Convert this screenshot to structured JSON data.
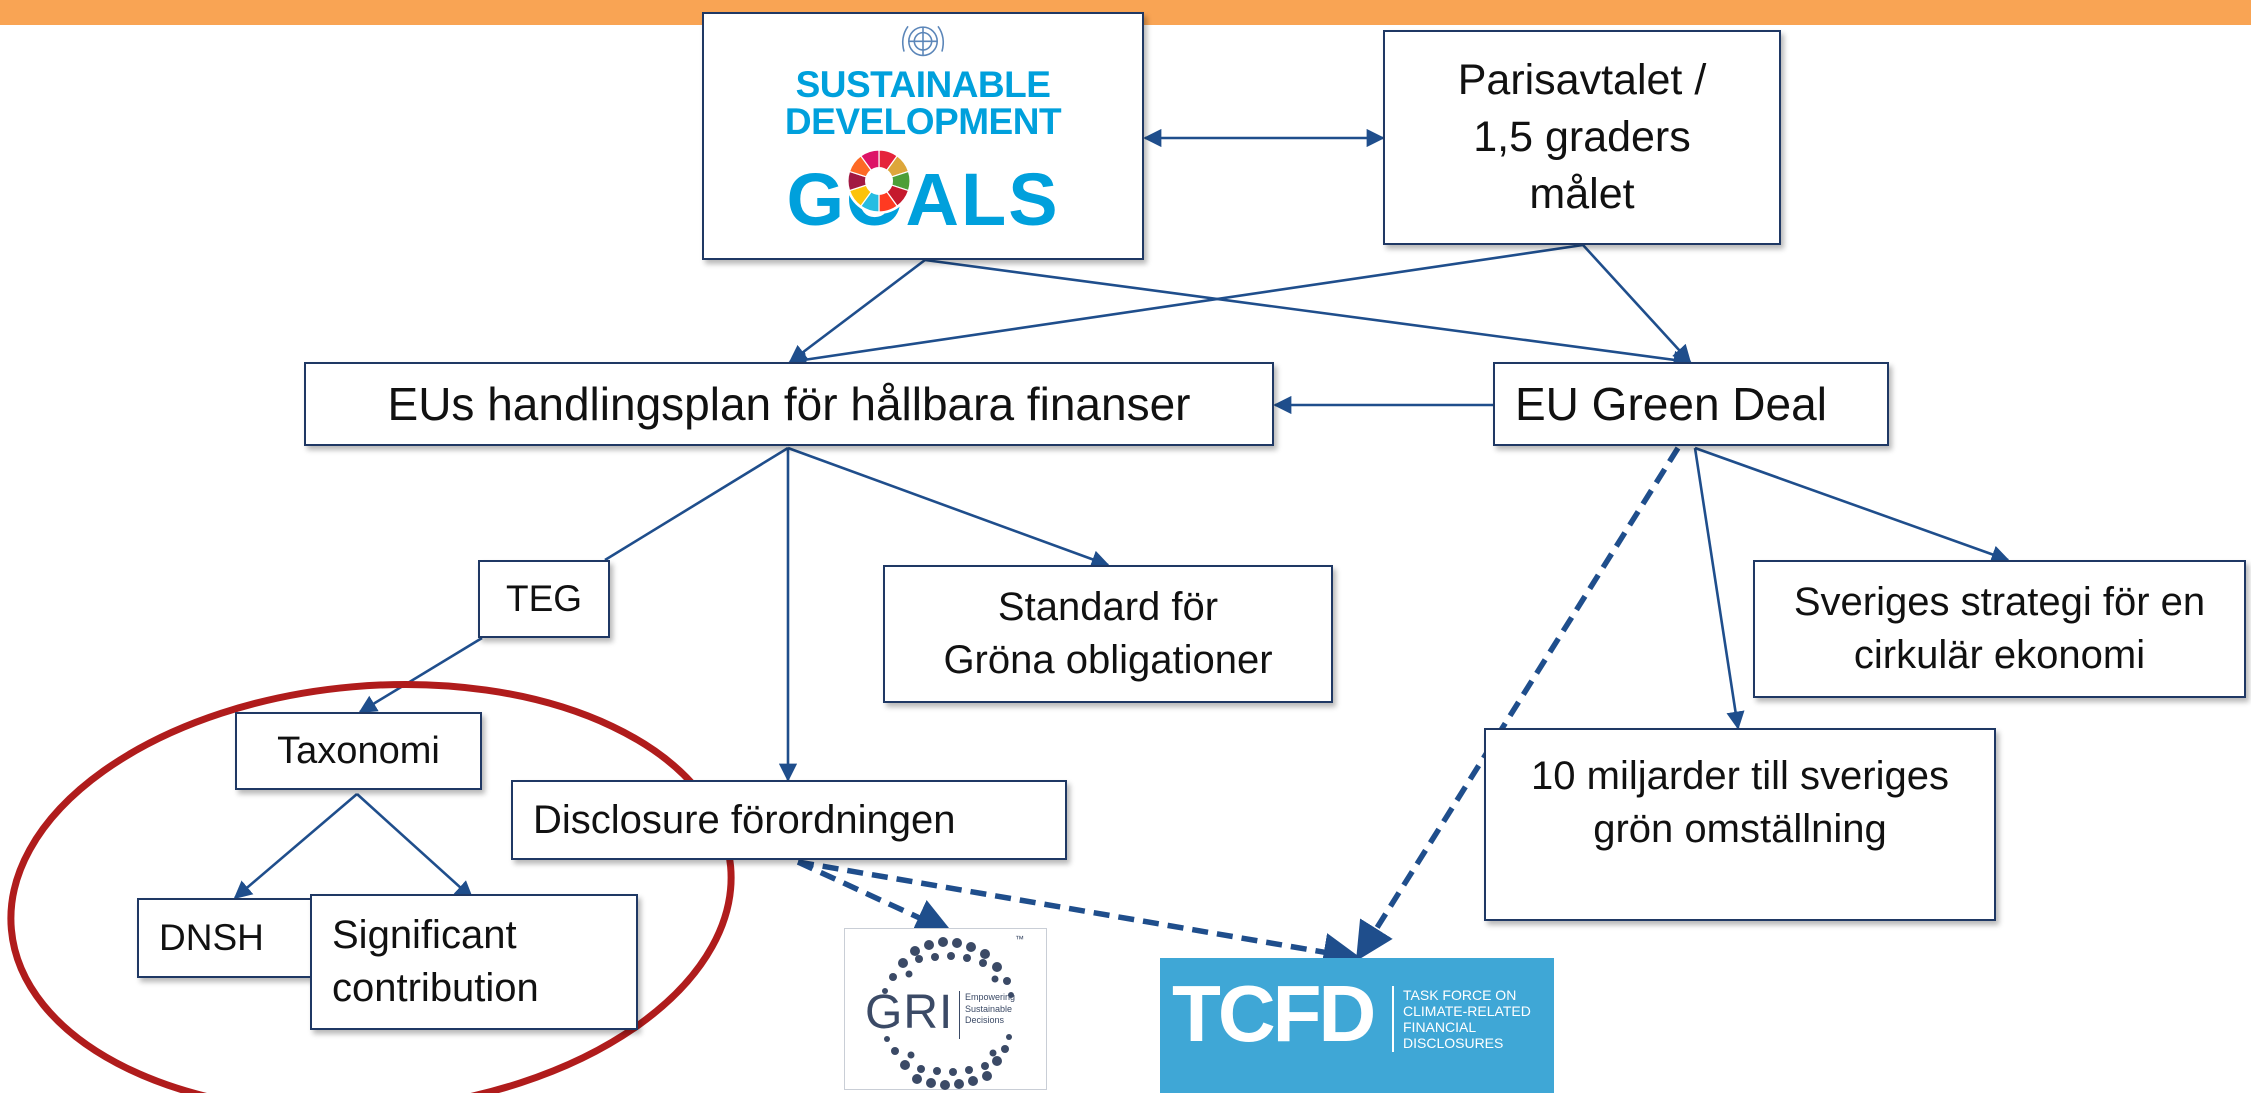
{
  "nodes": {
    "sdg": {
      "line1": "SUSTAINABLE",
      "line2": "DEVELOPMENT",
      "line3": "GOALS"
    },
    "paris": "Parisavtalet /\n1,5 graders\nmålet",
    "eu_plan": "EUs handlingsplan för hållbara finanser",
    "green_deal": "EU Green Deal",
    "teg": "TEG",
    "standard": "Standard för\nGröna obligationer",
    "strategy": "Sveriges strategi för en\ncirkulär ekonomi",
    "taxonomi": "Taxonomi",
    "disclosure": "Disclosure förordningen",
    "ten_billion": "10 miljarder till sveriges\ngrön omställning",
    "dnsh": "DNSH",
    "significant": "Significant\ncontribution",
    "gri": {
      "name": "GRI",
      "tag": "Empowering\nSustainable\nDecisions",
      "tm": "™"
    },
    "tcfd": {
      "name": "TCFD",
      "line1": "TASK FORCE ON",
      "line2": "CLIMATE-RELATED",
      "line3": "FINANCIAL",
      "line4": "DISCLOSURES"
    }
  },
  "colors": {
    "topbar": "#f9a454",
    "box_border": "#1f3864",
    "arrow": "#1f4e8c",
    "highlight_ellipse": "#b01c1c",
    "sdg_blue": "#00a0dc",
    "tcfd_blue": "#3fa7d6"
  }
}
